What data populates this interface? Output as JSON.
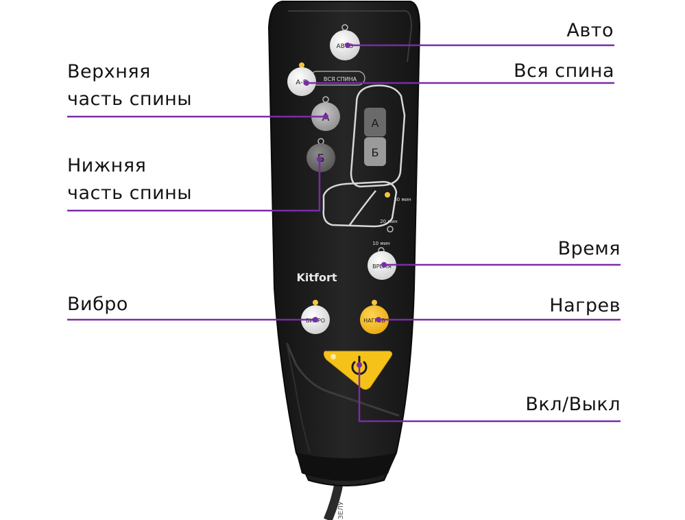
{
  "labels": {
    "auto": "Авто",
    "whole_back": "Вся спина",
    "upper_back": [
      "Верхняя",
      "часть спины"
    ],
    "lower_back": [
      "Нижняя",
      "часть спины"
    ],
    "time": "Время",
    "vibro": "Вибро",
    "heat": "Нагрев",
    "power": "Вкл/Выкл"
  },
  "remote": {
    "brand": "Kitfort",
    "btn_auto": "АВТО",
    "btn_ab": "А-Б",
    "whole_back_tag": "ВСЯ СПИНА",
    "btn_a": "А",
    "btn_b": "Б",
    "zone_a": "А",
    "zone_b": "Б",
    "timer_30": "30 мин",
    "timer_20": "20 мин",
    "timer_10": "10 мин",
    "btn_time": "ВРЕМЯ",
    "btn_vibro": "ВИБРО",
    "btn_heat": "НАГРЕВ",
    "cord_marking": "ЗЕЛУ"
  },
  "colors": {
    "leader_line": "#7a2ca8",
    "remote_body": "#1c1c1c",
    "heat_button": "#f3b51c",
    "power_button": "#f5c21a",
    "indicator_led": "#f4c542"
  }
}
